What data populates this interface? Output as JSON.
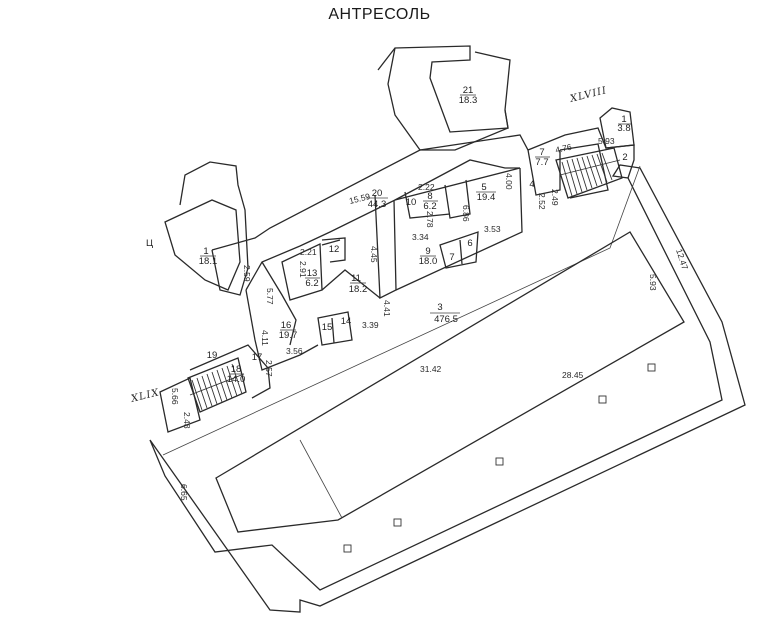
{
  "title": "АНТРЕСОЛЬ",
  "axis_labels": [
    "XLVIII",
    "XLIX"
  ],
  "letter_marker": "Ц",
  "rooms": [
    {
      "num": "1",
      "area": "18.1"
    },
    {
      "num": "1",
      "area": "3.8"
    },
    {
      "num": "2",
      "area": ""
    },
    {
      "num": "3",
      "area": "476.5"
    },
    {
      "num": "4",
      "area": ""
    },
    {
      "num": "5",
      "area": "19.4"
    },
    {
      "num": "6",
      "area": ""
    },
    {
      "num": "7",
      "area": ""
    },
    {
      "num": "7",
      "area": "7.7"
    },
    {
      "num": "8",
      "area": "6.2"
    },
    {
      "num": "9",
      "area": "18.0"
    },
    {
      "num": "10",
      "area": ""
    },
    {
      "num": "11",
      "area": "18.2"
    },
    {
      "num": "12",
      "area": ""
    },
    {
      "num": "13",
      "area": "6.2"
    },
    {
      "num": "14",
      "area": ""
    },
    {
      "num": "15",
      "area": ""
    },
    {
      "num": "16",
      "area": "19.7"
    },
    {
      "num": "17",
      "area": ""
    },
    {
      "num": "18",
      "area": "14.0"
    },
    {
      "num": "19",
      "area": ""
    },
    {
      "num": "20",
      "area": "44.3"
    },
    {
      "num": "21",
      "area": "18.3"
    }
  ],
  "dimensions": [
    "15.59",
    "2.22",
    "6.86",
    "2.78",
    "4.00",
    "4.76",
    "5.93",
    "2.49",
    "2.52",
    "3.53",
    "3.34",
    "4.45",
    "2.21",
    "2.91",
    "5.77",
    "4.11",
    "3.56",
    "3.39",
    "4.41",
    "2.57",
    "5.66",
    "2.48",
    "6.65",
    "31.42",
    "28.45",
    "12.47",
    "5.93",
    "2.59"
  ]
}
